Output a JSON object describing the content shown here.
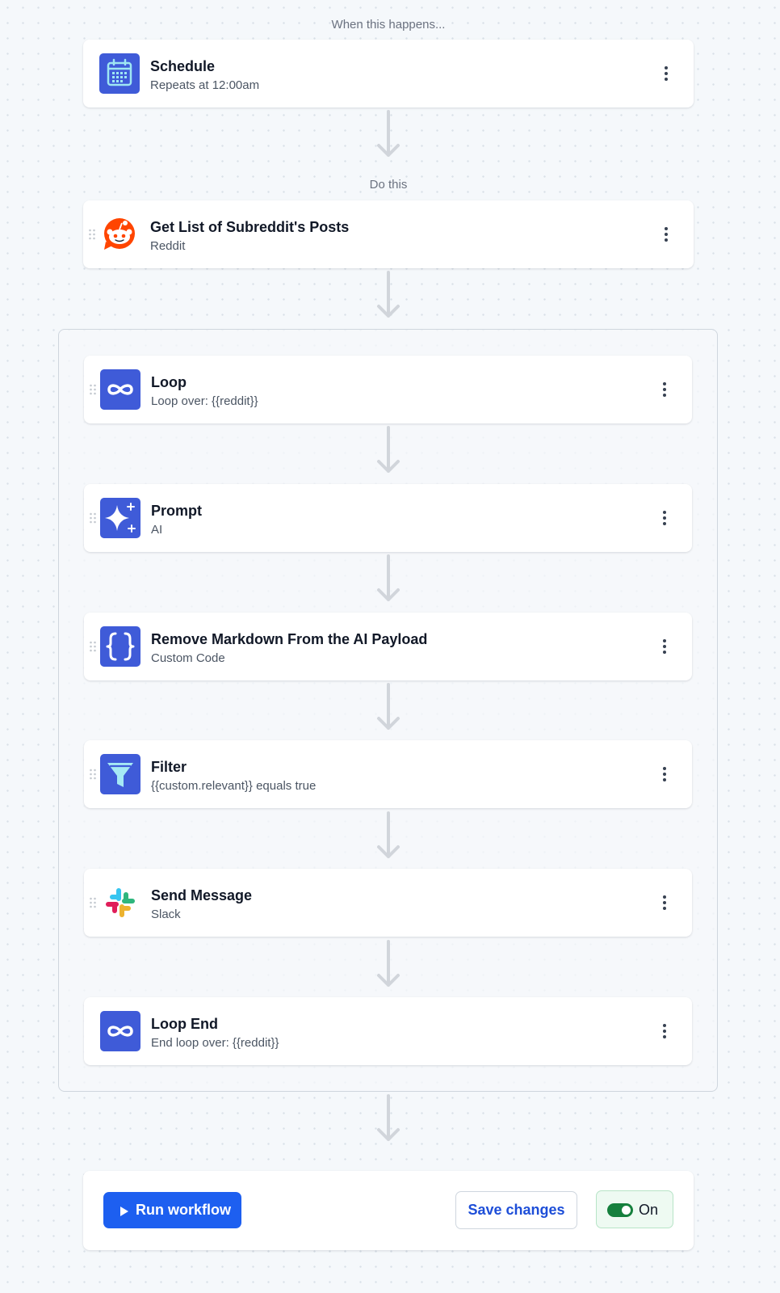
{
  "trigger_section_label": "When this happens...",
  "action_section_label": "Do this",
  "trigger": {
    "title": "Schedule",
    "subtitle": "Repeats at 12:00am",
    "icon": "calendar-icon"
  },
  "actions": [
    {
      "title": "Get List of Subreddit's Posts",
      "subtitle": "Reddit",
      "icon": "reddit-icon"
    }
  ],
  "loop_steps": [
    {
      "title": "Loop",
      "subtitle": "Loop over: {{reddit}}",
      "icon": "loop-icon"
    },
    {
      "title": "Prompt",
      "subtitle": "AI",
      "icon": "sparkle-icon"
    },
    {
      "title": "Remove Markdown From the AI Payload",
      "subtitle": "Custom Code",
      "icon": "code-braces-icon"
    },
    {
      "title": "Filter",
      "subtitle": "{{custom.relevant}} equals true",
      "icon": "filter-funnel-icon"
    },
    {
      "title": "Send Message",
      "subtitle": "Slack",
      "icon": "slack-icon"
    },
    {
      "title": "Loop End",
      "subtitle": "End loop over: {{reddit}}",
      "icon": "loop-icon"
    }
  ],
  "footer": {
    "run_label": "Run workflow",
    "save_label": "Save changes",
    "toggle_label": "On",
    "toggle_on": true
  },
  "colors": {
    "primary": "#1d5ff0",
    "icon_bg": "#3f5bd8",
    "reddit": "#ff4500",
    "toggle_on": "#15803d",
    "connector": "#d1d5db"
  }
}
